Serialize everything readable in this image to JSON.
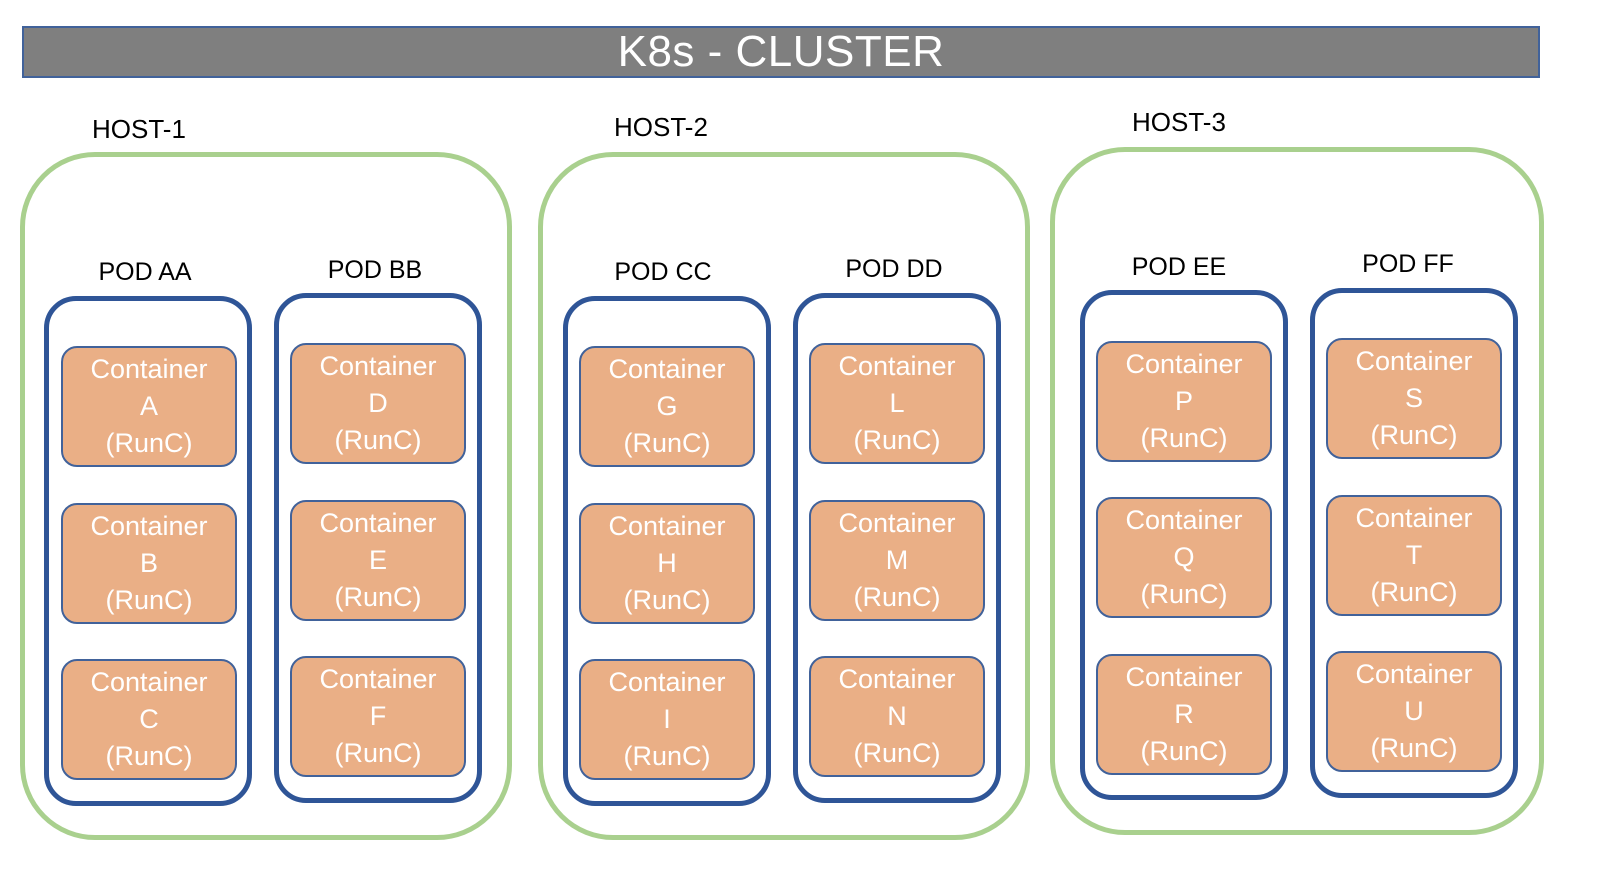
{
  "cluster": {
    "title": "K8s - CLUSTER"
  },
  "hosts": [
    {
      "label": "HOST-1",
      "pods": [
        {
          "label": "POD AA",
          "containers": [
            {
              "line1": "Container",
              "line2": "A",
              "line3": "(RunC)"
            },
            {
              "line1": "Container",
              "line2": "B",
              "line3": "(RunC)"
            },
            {
              "line1": "Container",
              "line2": "C",
              "line3": "(RunC)"
            }
          ]
        },
        {
          "label": "POD BB",
          "containers": [
            {
              "line1": "Container",
              "line2": "D",
              "line3": "(RunC)"
            },
            {
              "line1": "Container",
              "line2": "E",
              "line3": "(RunC)"
            },
            {
              "line1": "Container",
              "line2": "F",
              "line3": "(RunC)"
            }
          ]
        }
      ]
    },
    {
      "label": "HOST-2",
      "pods": [
        {
          "label": "POD CC",
          "containers": [
            {
              "line1": "Container",
              "line2": "G",
              "line3": "(RunC)"
            },
            {
              "line1": "Container",
              "line2": "H",
              "line3": "(RunC)"
            },
            {
              "line1": "Container",
              "line2": "I",
              "line3": "(RunC)"
            }
          ]
        },
        {
          "label": "POD DD",
          "containers": [
            {
              "line1": "Container",
              "line2": "L",
              "line3": "(RunC)"
            },
            {
              "line1": "Container",
              "line2": "M",
              "line3": "(RunC)"
            },
            {
              "line1": "Container",
              "line2": "N",
              "line3": "(RunC)"
            }
          ]
        }
      ]
    },
    {
      "label": "HOST-3",
      "pods": [
        {
          "label": "POD EE",
          "containers": [
            {
              "line1": "Container",
              "line2": "P",
              "line3": "(RunC)"
            },
            {
              "line1": "Container",
              "line2": "Q",
              "line3": "(RunC)"
            },
            {
              "line1": "Container",
              "line2": "R",
              "line3": "(RunC)"
            }
          ]
        },
        {
          "label": "POD FF",
          "containers": [
            {
              "line1": "Container",
              "line2": "S",
              "line3": "(RunC)"
            },
            {
              "line1": "Container",
              "line2": "T",
              "line3": "(RunC)"
            },
            {
              "line1": "Container",
              "line2": "U",
              "line3": "(RunC)"
            }
          ]
        }
      ]
    }
  ],
  "colors": {
    "cluster_bar": "#7f7f7f",
    "host_border": "#a9d08e",
    "pod_border": "#2f5597",
    "container_fill": "#eaaf86"
  }
}
